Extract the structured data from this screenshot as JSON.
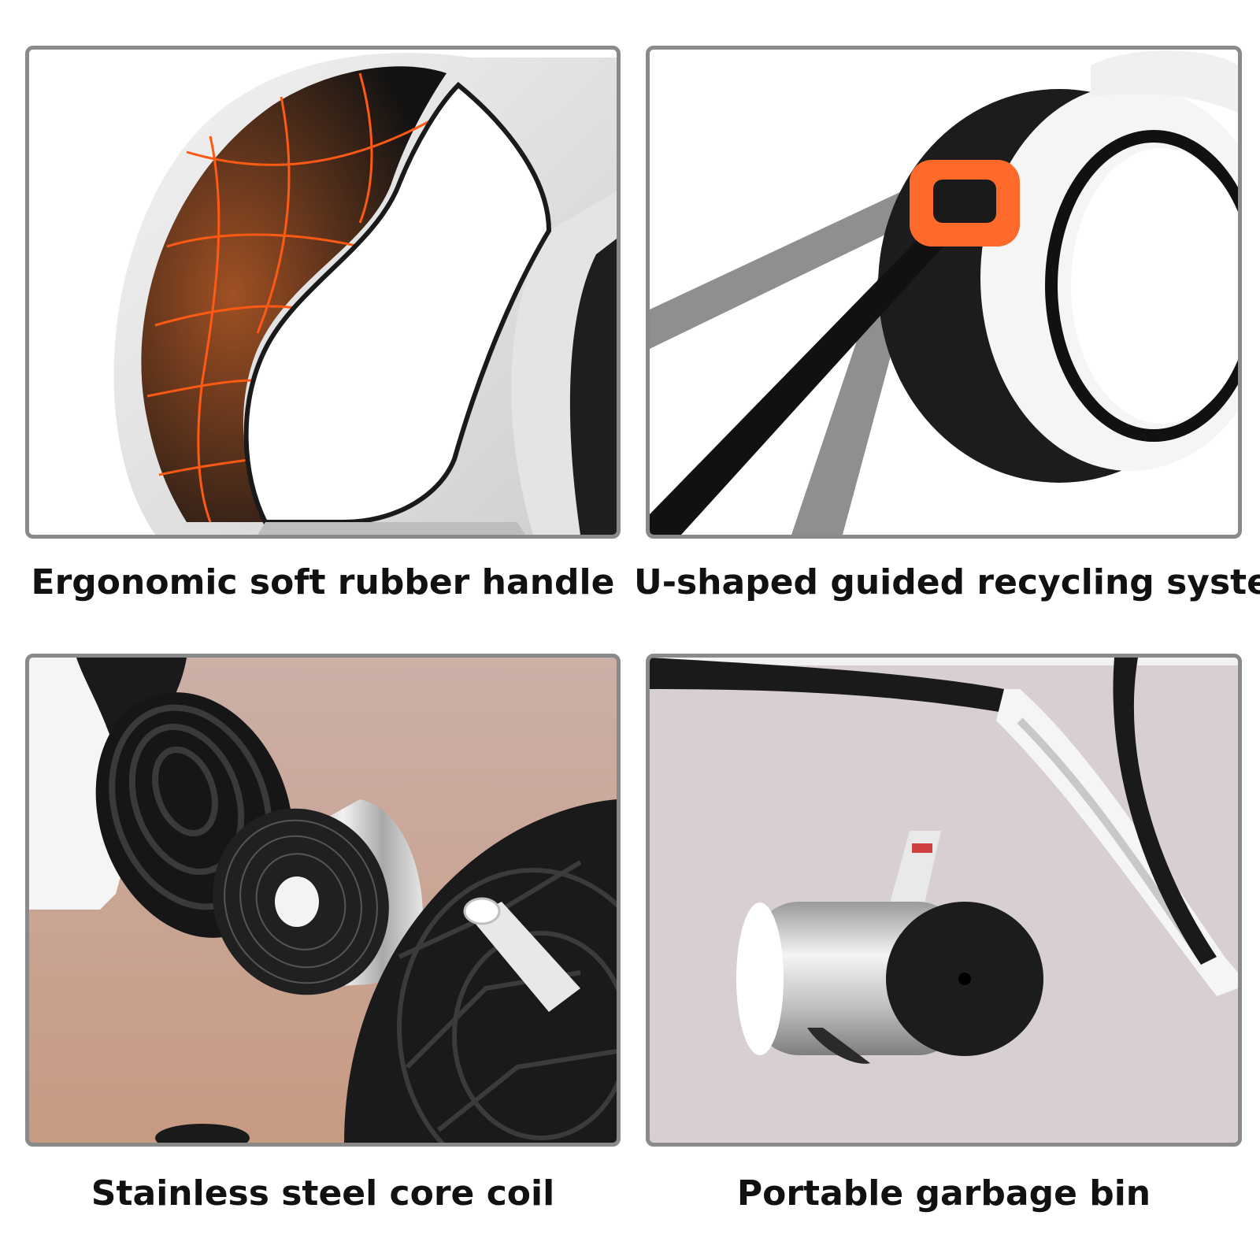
{
  "features": [
    {
      "caption": "Ergonomic soft rubber handle"
    },
    {
      "caption": "U-shaped guided recycling system"
    },
    {
      "caption": "Stainless steel core coil"
    },
    {
      "caption": "Portable garbage bin"
    }
  ],
  "colors": {
    "border": "#8a8a8a",
    "accent_orange": "#ff5a14",
    "product_black": "#1b1b1b",
    "product_white": "#f4f4f4",
    "coil_background": "#c9a896",
    "bin_background": "#d8cfd0"
  }
}
